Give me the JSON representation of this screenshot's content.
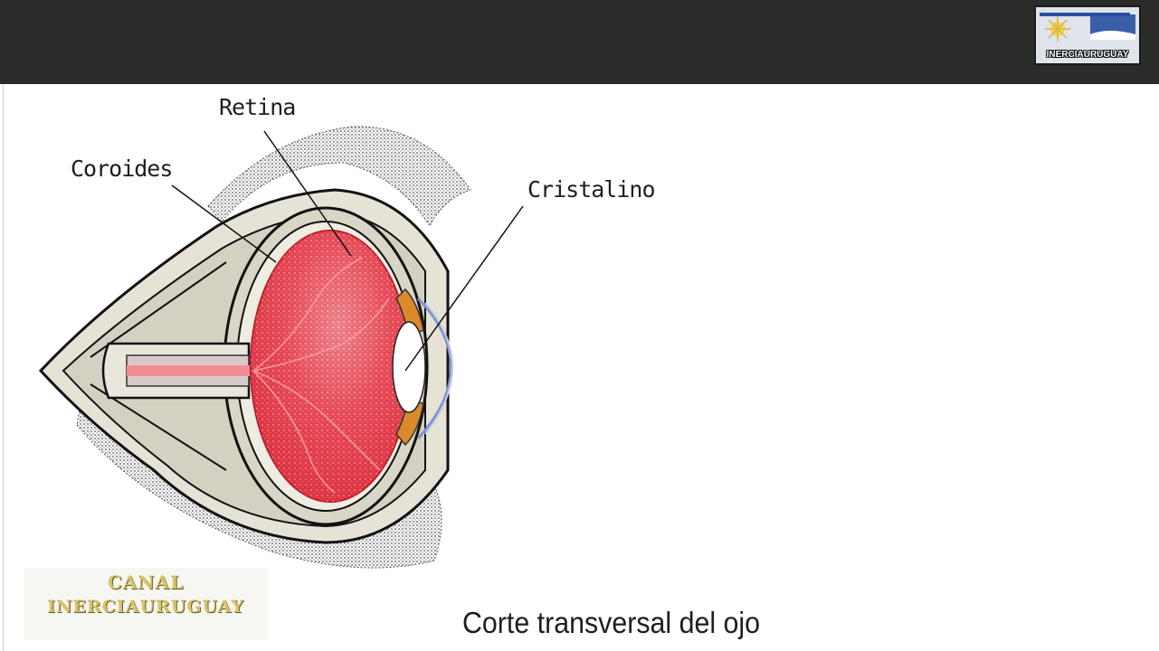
{
  "labels": {
    "retina": "Retina",
    "coroides": "Coroides",
    "cristalino": "Cristalino"
  },
  "caption": "Corte transversal del ojo",
  "watermark": {
    "line1": "CANAL",
    "line2": "INERCIAURUGUAY"
  },
  "logo": {
    "text": "INERCIAURUGUAY"
  },
  "colors": {
    "top_bar": "#2b2c29",
    "eyeball": "#e03a48",
    "sclera": "#d9d6c8",
    "background": "#ffffff"
  }
}
